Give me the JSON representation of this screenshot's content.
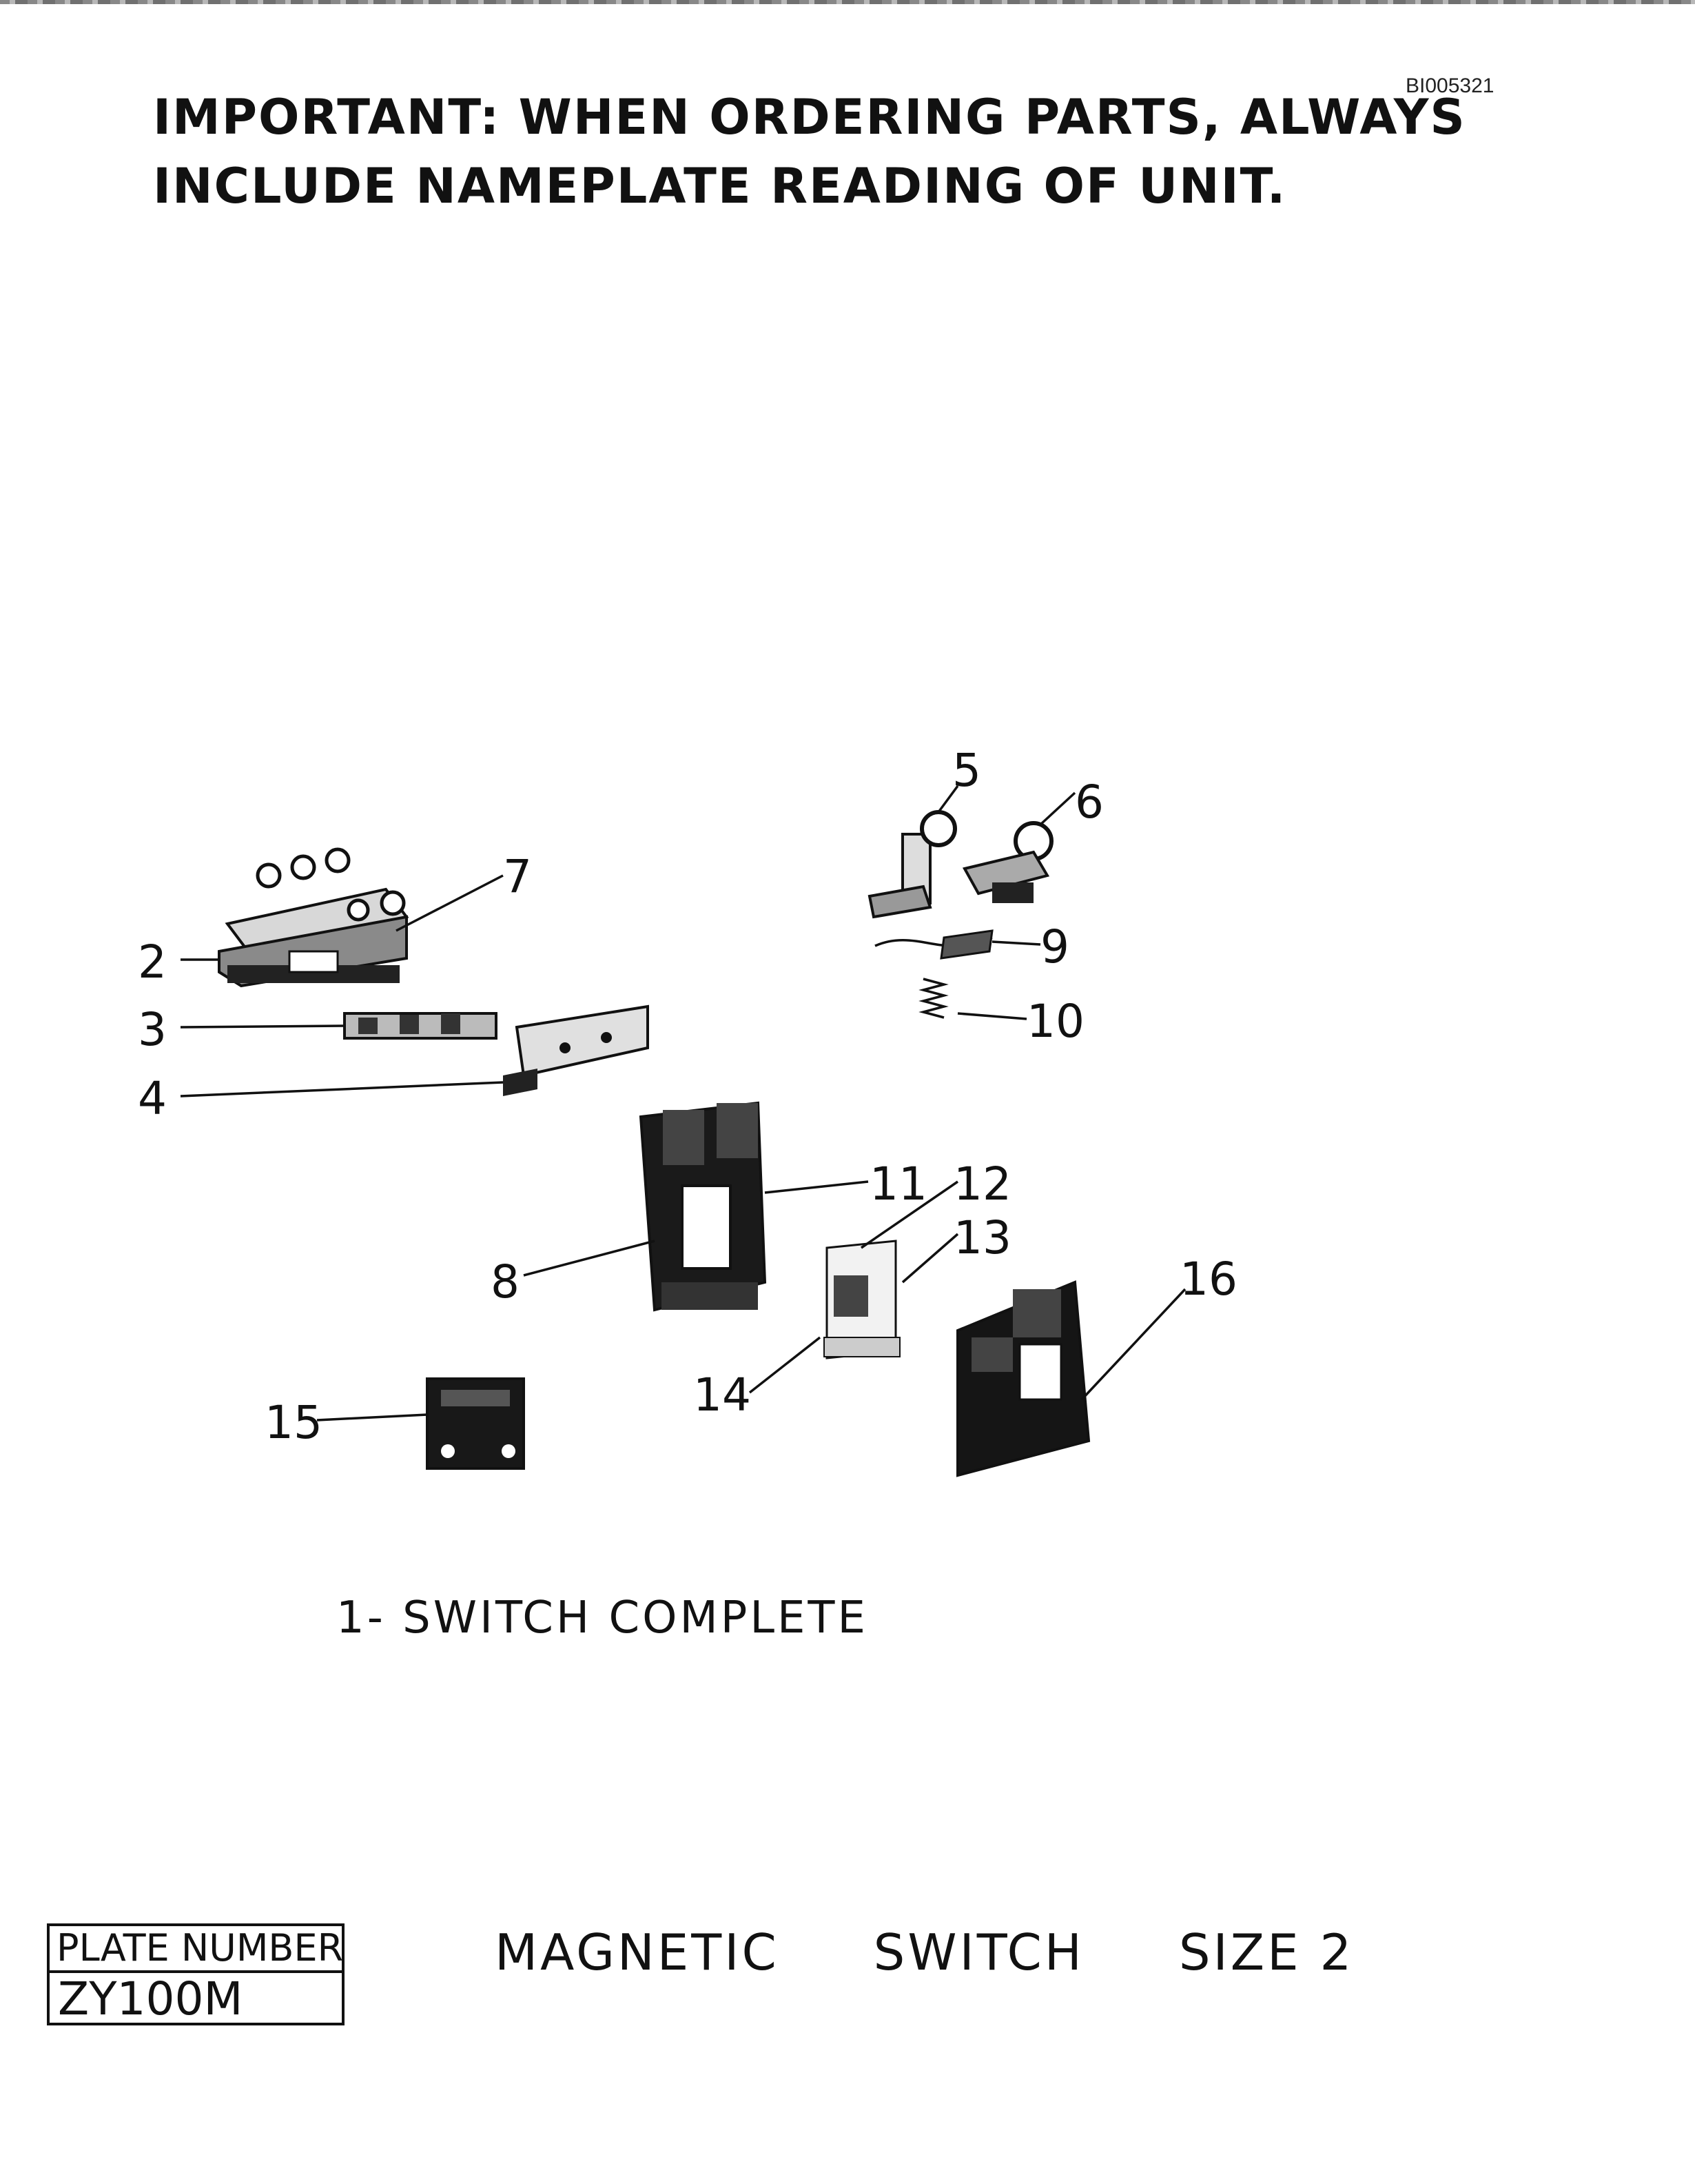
{
  "document": {
    "id": "BI005321",
    "notice_lines": [
      "IMPORTANT: WHEN ORDERING PARTS, ALWAYS",
      "INCLUDE NAMEPLATE READING OF UNIT."
    ],
    "caption": "1- SWITCH COMPLETE",
    "plate": {
      "label": "PLATE NUMBER",
      "value": "ZY100M"
    },
    "title_words": [
      "MAGNETIC",
      "SWITCH",
      "SIZE 2"
    ]
  },
  "callouts": [
    "2",
    "3",
    "4",
    "5",
    "6",
    "7",
    "8",
    "9",
    "10",
    "11",
    "12",
    "13",
    "14",
    "15",
    "16"
  ]
}
